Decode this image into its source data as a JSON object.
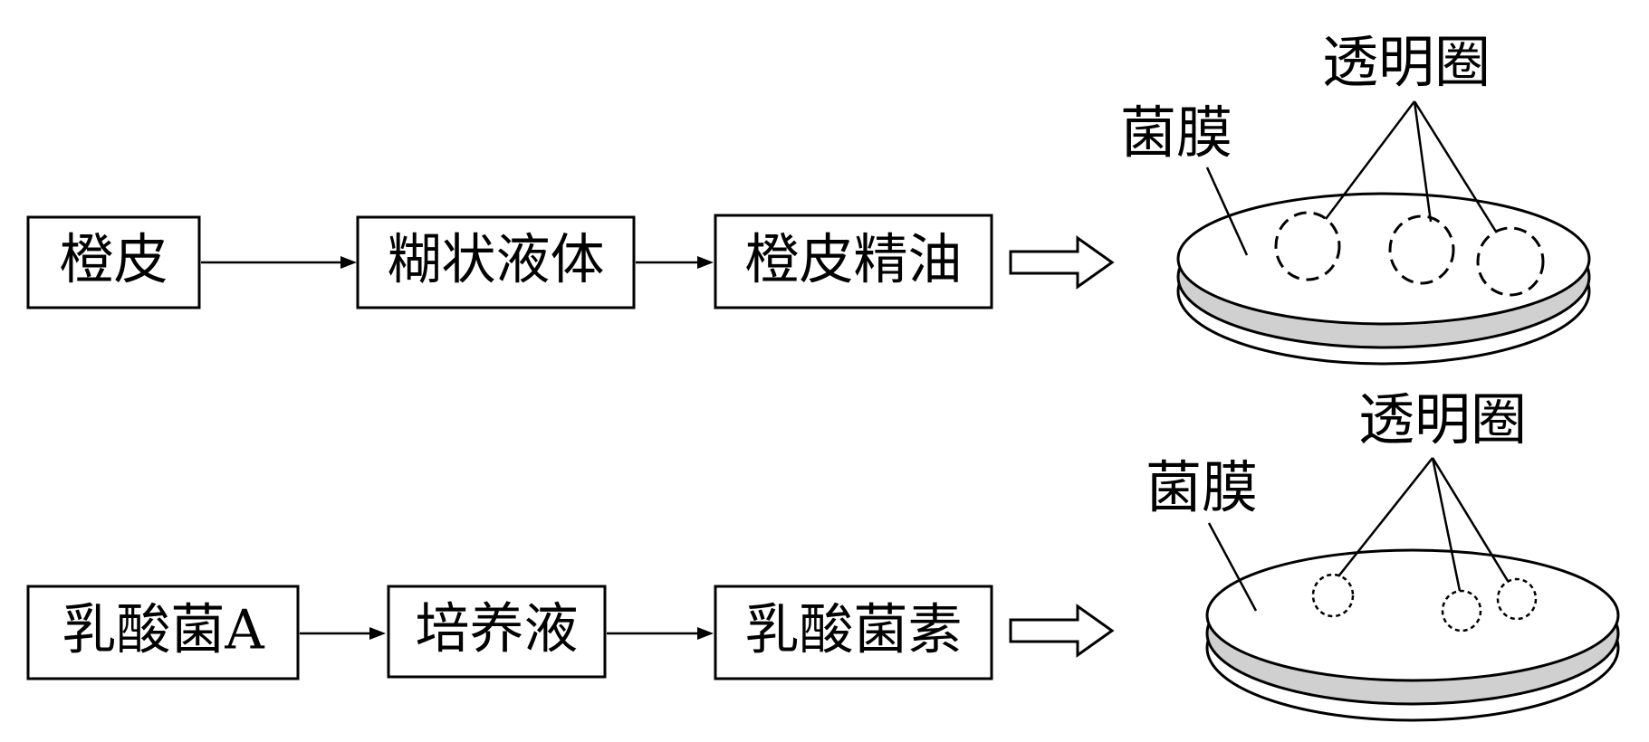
{
  "rows": [
    {
      "steps": [
        "橙皮",
        "糊状液体",
        "橙皮精油"
      ],
      "membrane_label": "菌膜",
      "zone_label": "透明圈"
    },
    {
      "steps": [
        "乳酸菌A",
        "培养液",
        "乳酸菌素"
      ],
      "membrane_label": "菌膜",
      "zone_label": "透明圈"
    }
  ],
  "colors": {
    "line": "#000000",
    "dish_band": "#d0d0d0",
    "background": "#ffffff"
  }
}
